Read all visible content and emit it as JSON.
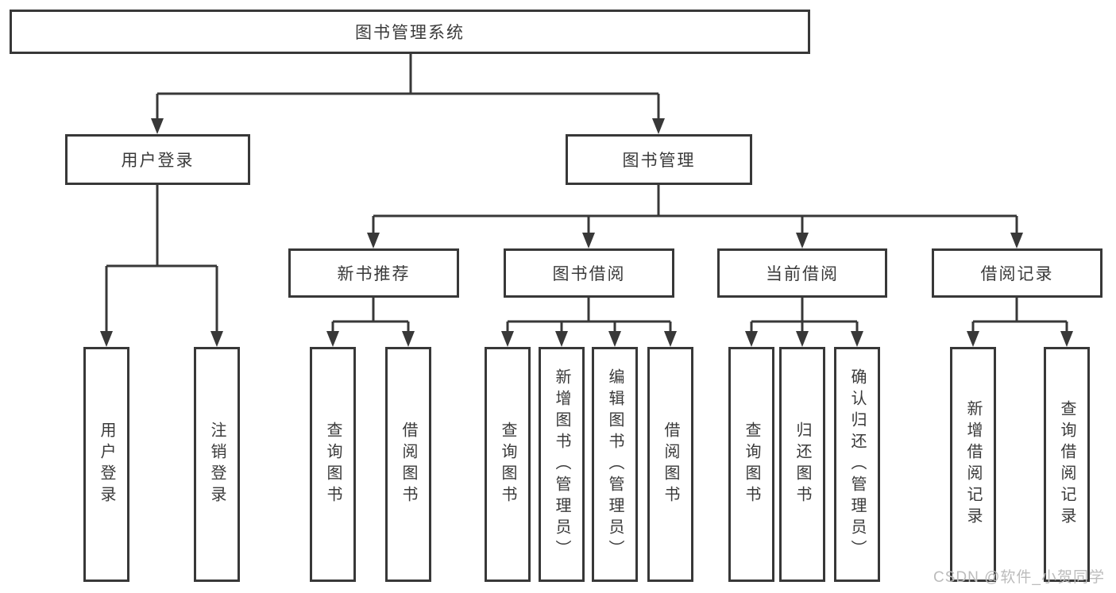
{
  "diagram": {
    "root": {
      "label": "图书管理系统"
    },
    "branches": [
      {
        "label": "用户登录",
        "children": [
          {
            "label": "用户登录"
          },
          {
            "label": "注销登录"
          }
        ]
      },
      {
        "label": "图书管理",
        "children": [
          {
            "label": "新书推荐",
            "children": [
              {
                "label": "查询图书"
              },
              {
                "label": "借阅图书"
              }
            ]
          },
          {
            "label": "图书借阅",
            "children": [
              {
                "label": "查询图书"
              },
              {
                "label": "新增图书（管理员）"
              },
              {
                "label": "编辑图书（管理员）"
              },
              {
                "label": "借阅图书"
              }
            ]
          },
          {
            "label": "当前借阅",
            "children": [
              {
                "label": "查询图书"
              },
              {
                "label": "归还图书"
              },
              {
                "label": "确认归还（管理员）"
              }
            ]
          },
          {
            "label": "借阅记录",
            "children": [
              {
                "label": "新增借阅记录"
              },
              {
                "label": "查询借阅记录"
              }
            ]
          }
        ]
      }
    ]
  },
  "watermark": {
    "text": "CSDN @软件_小贺同学"
  },
  "colors": {
    "line": "#383838",
    "text": "#3a3a3a",
    "watermark": "#bcbcbc",
    "background": "#ffffff"
  }
}
